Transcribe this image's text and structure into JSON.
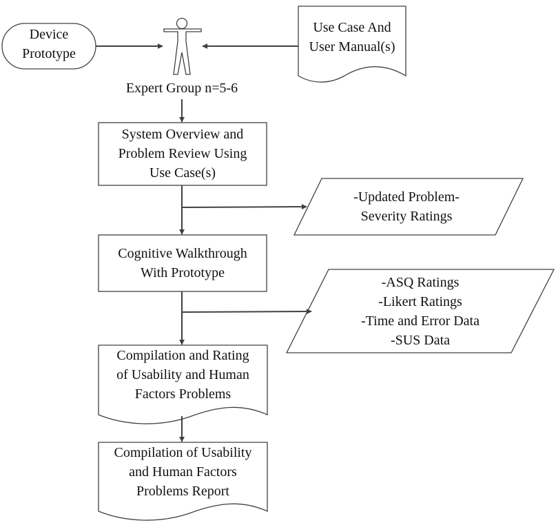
{
  "diagram": {
    "colors": {
      "stroke": "#404040",
      "arrow": "#404040",
      "text": "#111111",
      "background": "#ffffff"
    },
    "nodes": {
      "device_prototype": {
        "type": "terminator",
        "lines": [
          "Device",
          "Prototype"
        ]
      },
      "use_case_manual": {
        "type": "document",
        "lines": [
          "Use Case And",
          "User Manual(s)"
        ]
      },
      "expert_group": {
        "type": "actor",
        "icon": "person-icon",
        "label": "Expert Group n=5-6"
      },
      "system_overview": {
        "type": "process",
        "lines": [
          "System Overview and",
          "Problem Review Using",
          "Use Case(s)"
        ]
      },
      "updated_ratings": {
        "type": "data",
        "lines": [
          "-Updated Problem-",
          "Severity Ratings"
        ]
      },
      "cognitive_walkthrough": {
        "type": "process",
        "lines": [
          "Cognitive Walkthrough",
          "With Prototype"
        ]
      },
      "walkthrough_outputs": {
        "type": "data",
        "lines": [
          "-ASQ Ratings",
          "-Likert Ratings",
          "-Time and Error Data",
          "-SUS Data"
        ]
      },
      "compilation_rating": {
        "type": "document",
        "lines": [
          "Compilation and Rating",
          "of Usability and Human",
          "Factors Problems"
        ]
      },
      "final_report": {
        "type": "document",
        "lines": [
          "Compilation of Usability",
          "and Human Factors",
          "Problems Report"
        ]
      }
    },
    "edges": [
      {
        "from": "device_prototype",
        "to": "expert_group"
      },
      {
        "from": "use_case_manual",
        "to": "expert_group"
      },
      {
        "from": "expert_group",
        "to": "system_overview"
      },
      {
        "from": "system_overview",
        "to": "updated_ratings"
      },
      {
        "from": "system_overview",
        "to": "cognitive_walkthrough"
      },
      {
        "from": "cognitive_walkthrough",
        "to": "walkthrough_outputs"
      },
      {
        "from": "cognitive_walkthrough",
        "to": "compilation_rating"
      },
      {
        "from": "compilation_rating",
        "to": "final_report"
      }
    ]
  }
}
